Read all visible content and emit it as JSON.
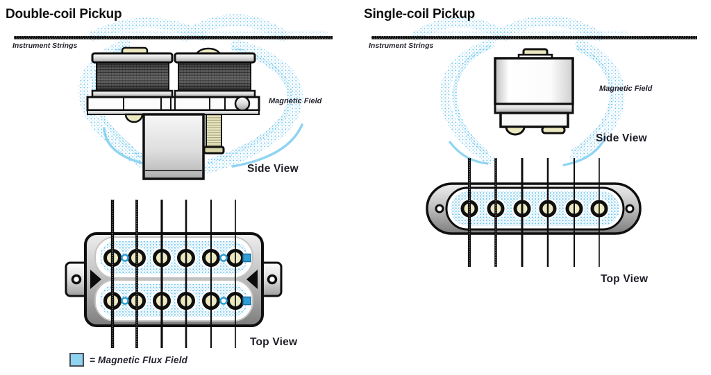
{
  "diagram": {
    "panels": [
      {
        "title": "Double-coil Pickup",
        "strings_label": "Instrument Strings",
        "magnetic_field_label": "Magnetic Field",
        "side_view_label": "Side View",
        "top_view_label": "Top View",
        "coil_count": 2,
        "string_count": 6,
        "pole_piece_count": 12
      },
      {
        "title": "Single-coil Pickup",
        "strings_label": "Instrument Strings",
        "magnetic_field_label": "Magnetic Field",
        "side_view_label": "Side View",
        "top_view_label": "Top View",
        "coil_count": 1,
        "string_count": 6,
        "pole_piece_count": 6
      }
    ],
    "legend": {
      "label": "= Magnetic Flux Field",
      "swatch_color": "#8ed3ef"
    },
    "colors": {
      "flux_blue": "#79c9f0",
      "flux_blue_light": "#b0e0f7",
      "marker_blue": "#2f9fd6",
      "pole_cream": "#ece9c1",
      "outline_black": "#111111",
      "text_dark": "#23232e"
    }
  }
}
